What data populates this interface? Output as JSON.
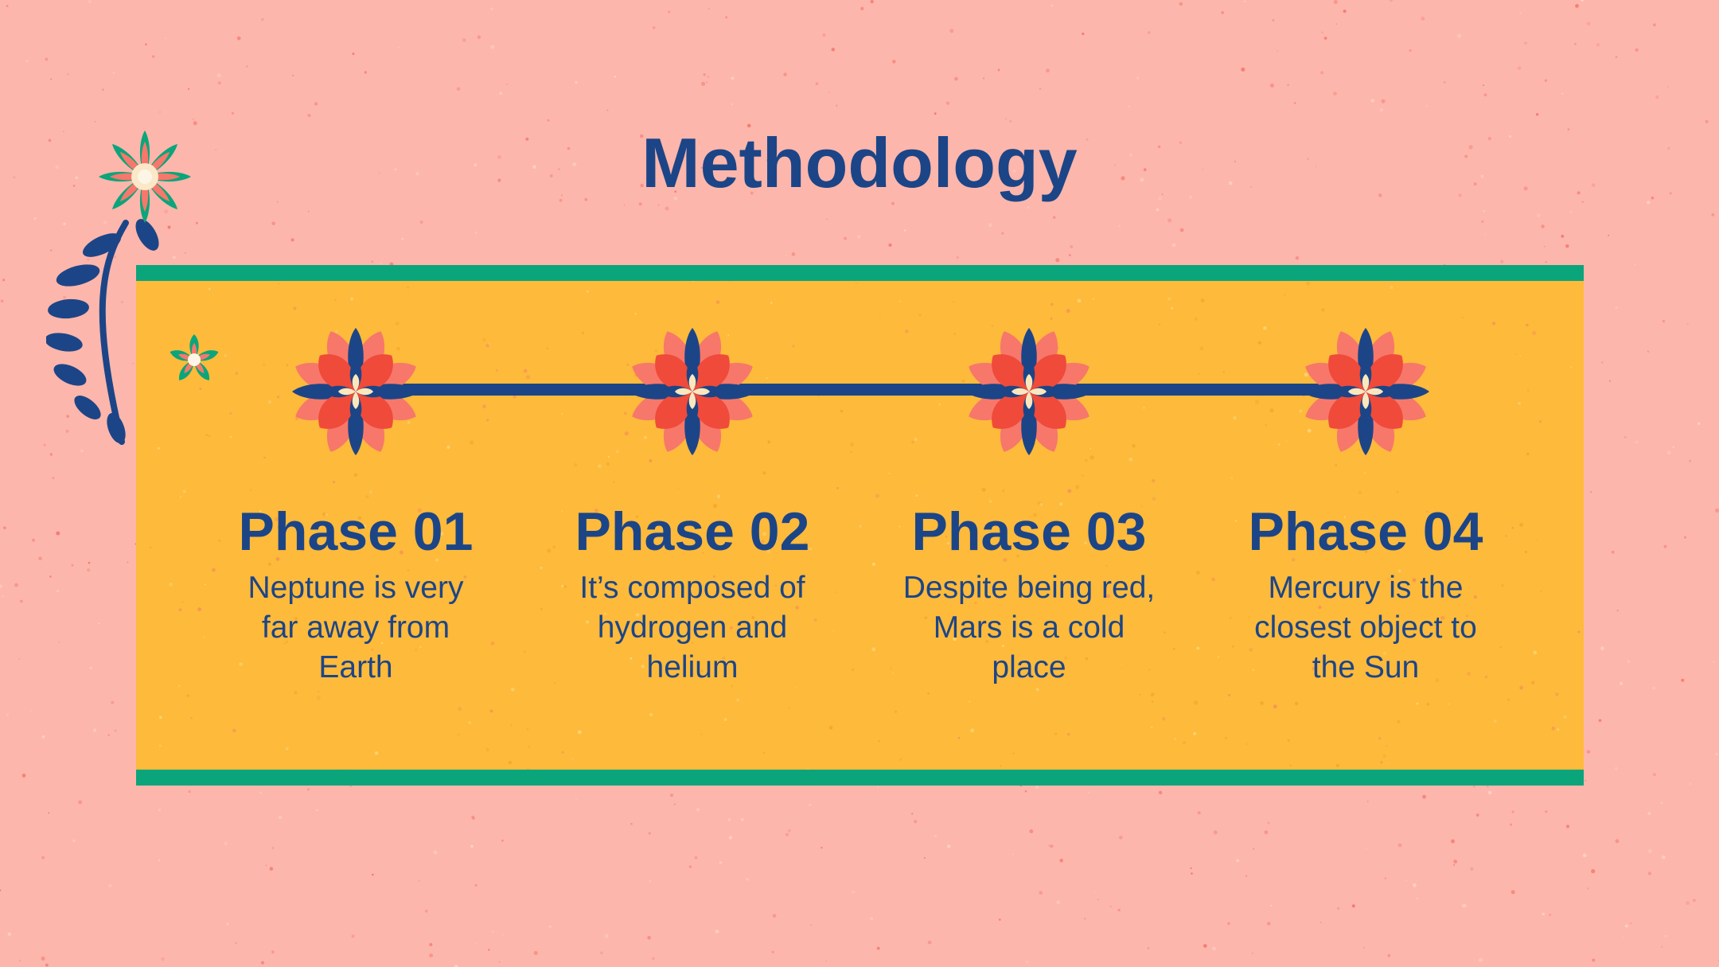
{
  "slide": {
    "title": "Methodology",
    "colors": {
      "background": "#fdb6ab",
      "panel": "#fdba3b",
      "band": "#0ba57b",
      "text": "#1c4587",
      "flower_red": "#f04a3a",
      "flower_pink": "#f7776b",
      "flower_navy": "#1c4587"
    }
  },
  "phases": [
    {
      "title": "Phase 01",
      "text": "Neptune is very far away from Earth",
      "icon": "flower-icon"
    },
    {
      "title": "Phase 02",
      "text": "It’s composed of hydrogen and helium",
      "icon": "flower-icon"
    },
    {
      "title": "Phase 03",
      "text": "Despite being red, Mars is a cold place",
      "icon": "flower-icon"
    },
    {
      "title": "Phase 04",
      "text": "Mercury is the closest object to the Sun",
      "icon": "flower-icon"
    }
  ]
}
